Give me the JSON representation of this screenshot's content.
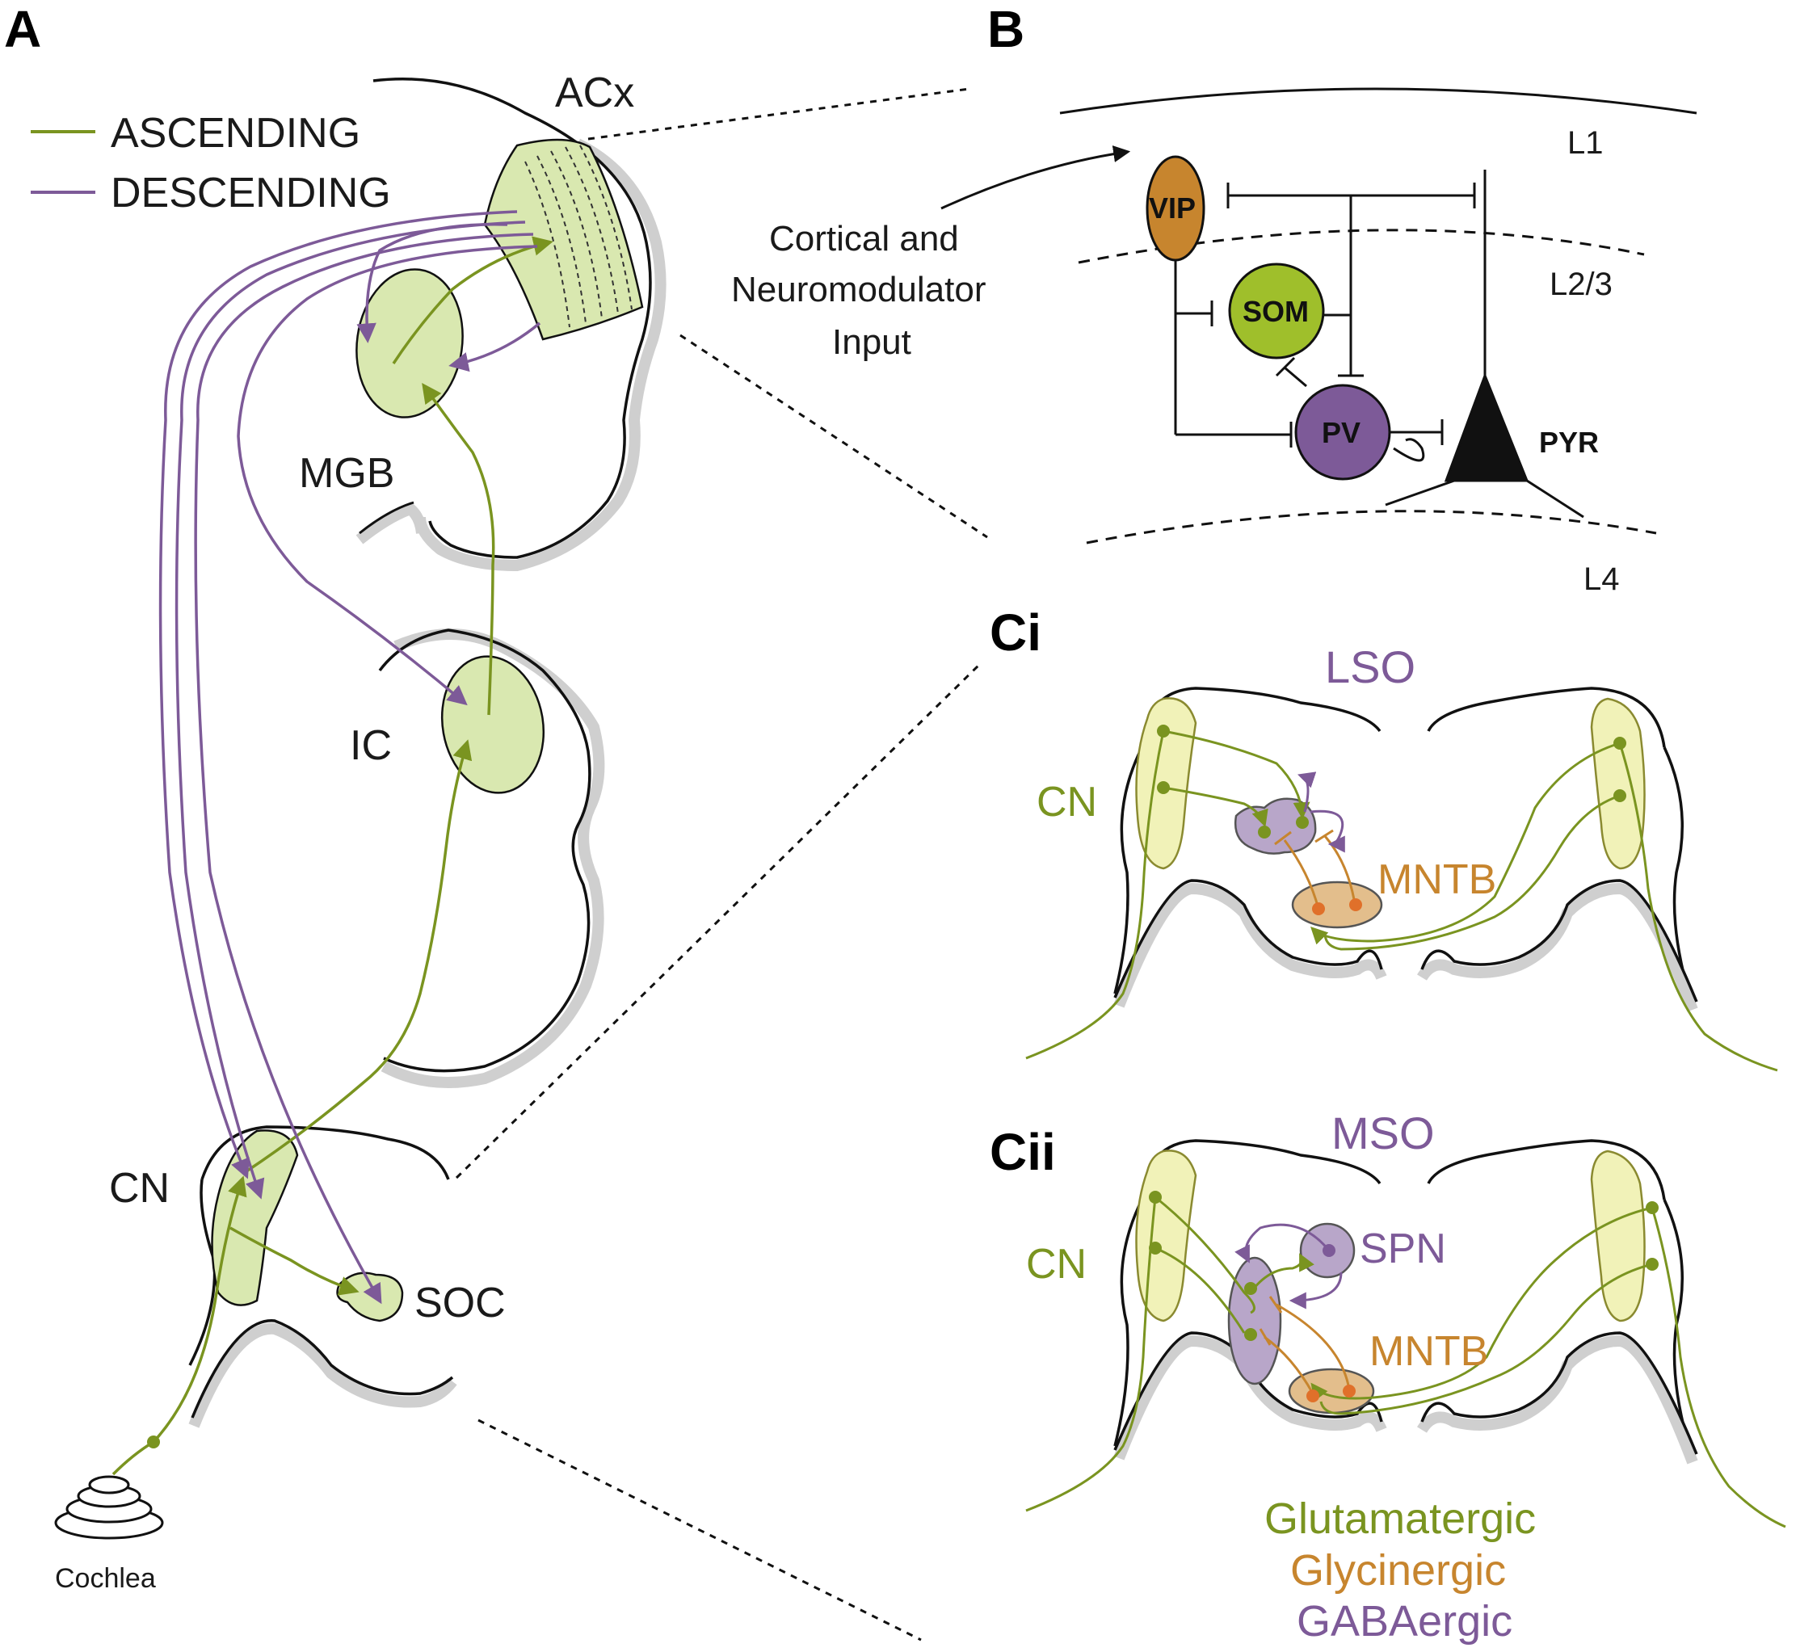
{
  "panels": {
    "a": "A",
    "b": "B",
    "ci": "Ci",
    "cii": "Cii"
  },
  "legend": {
    "ascending": "ASCENDING",
    "descending": "DESCENDING"
  },
  "panel_a": {
    "acx": "ACx",
    "mgb": "MGB",
    "ic": "IC",
    "cn": "CN",
    "soc": "SOC",
    "cochlea": "Cochlea"
  },
  "panel_b": {
    "input_line1": "Cortical  and",
    "input_line2": "Neuromodulator",
    "input_line3": "Input",
    "vip": "VIP",
    "som": "SOM",
    "pv": "PV",
    "pyr": "PYR",
    "l1": "L1",
    "l23": "L2/3",
    "l4": "L4"
  },
  "panel_ci": {
    "title": "LSO",
    "cn": "CN",
    "mntb": "MNTB"
  },
  "panel_cii": {
    "title": "MSO",
    "cn": "CN",
    "spn": "SPN",
    "mntb": "MNTB"
  },
  "neurotransmitters": {
    "glutamatergic": "Glutamatergic",
    "glycinergic": "Glycinergic",
    "gabaergic": "GABAergic"
  },
  "colors": {
    "ascending": "#7a9420",
    "descending": "#7d5a98",
    "glycinergic": "#c7852e",
    "region_fill": "#d9e8b0",
    "cn_fill": "#f1f2b8",
    "lso_fill": "#b8a6c9",
    "mntb_fill": "#e3be8c",
    "tissue_gray": "#cfcfcf"
  }
}
